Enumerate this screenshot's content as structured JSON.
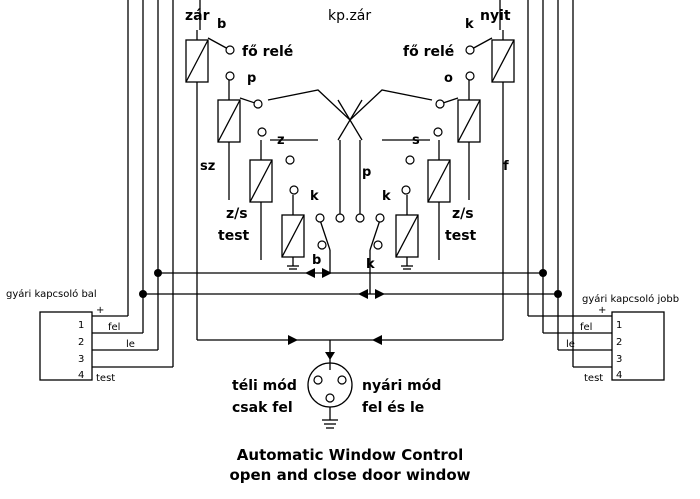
{
  "diagram": {
    "top_labels": {
      "zar": "zár",
      "kp_zar": "kp.zár",
      "nyit": "nyit"
    },
    "relay_labels": {
      "b": "b",
      "k_top": "k",
      "fo_rele_left": "fő relé",
      "fo_rele_right": "fő relé",
      "p_left": "p",
      "o_right": "o",
      "z": "z",
      "s": "s",
      "sz": "sz",
      "f": "f",
      "k_left": "k",
      "k_right": "k",
      "p_center": "p",
      "zs_left": "z/s",
      "zs_right": "z/s",
      "test_left": "test",
      "test_right": "test",
      "b_bottom": "b",
      "k_bottom": "k"
    },
    "left_switch": {
      "title": "gyári kapcsoló bal",
      "pins": [
        "1",
        "2",
        "3",
        "4"
      ],
      "plus": "+",
      "fel": "fel",
      "le": "le",
      "test": "test"
    },
    "right_switch": {
      "title": "gyári kapcsoló jobb",
      "pins": [
        "1",
        "2",
        "3",
        "4"
      ],
      "plus": "+",
      "fel": "fel",
      "le": "le",
      "test": "test"
    },
    "mode": {
      "winter": "téli mód",
      "winter_sub": "csak fel",
      "summer": "nyári mód",
      "summer_sub": "fel és le"
    },
    "caption": {
      "line1": "Automatic Window Control",
      "line2": "open and close door window"
    }
  }
}
